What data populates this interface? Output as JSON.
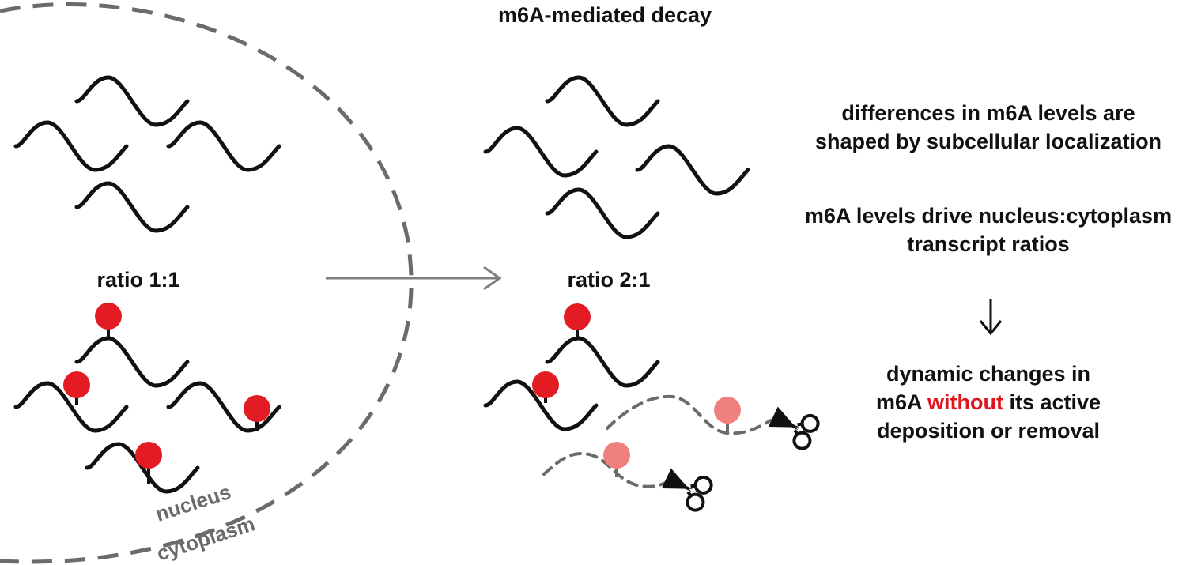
{
  "title": "m6A-mediated decay",
  "left_panel": {
    "ratio_label": "ratio 1:1"
  },
  "right_panel": {
    "ratio_label": "ratio 2:1"
  },
  "compartments": {
    "inner": "nucleus",
    "outer": "cytoplasm"
  },
  "notes": {
    "block1_line1": "differences in m6A levels are",
    "block1_line2": "shaped by subcellular localization",
    "block2_line1": "m6A levels drive nucleus:cytoplasm",
    "block2_line2": "transcript ratios",
    "block3_line1": "dynamic changes in",
    "block3_line2_pre": "m6A ",
    "block3_line2_accent": "without",
    "block3_line2_post": " its active",
    "block3_line3": "deposition or removal"
  },
  "colors": {
    "mark": "#e31b23",
    "mark_faded": "#f08080",
    "accent_text": "#e0141e",
    "membrane": "#6b6b6b",
    "arrow": "#808080"
  },
  "icons": {
    "cleavage": "scissors-icon",
    "transition": "right-arrow-icon",
    "implies": "down-arrow-icon"
  }
}
